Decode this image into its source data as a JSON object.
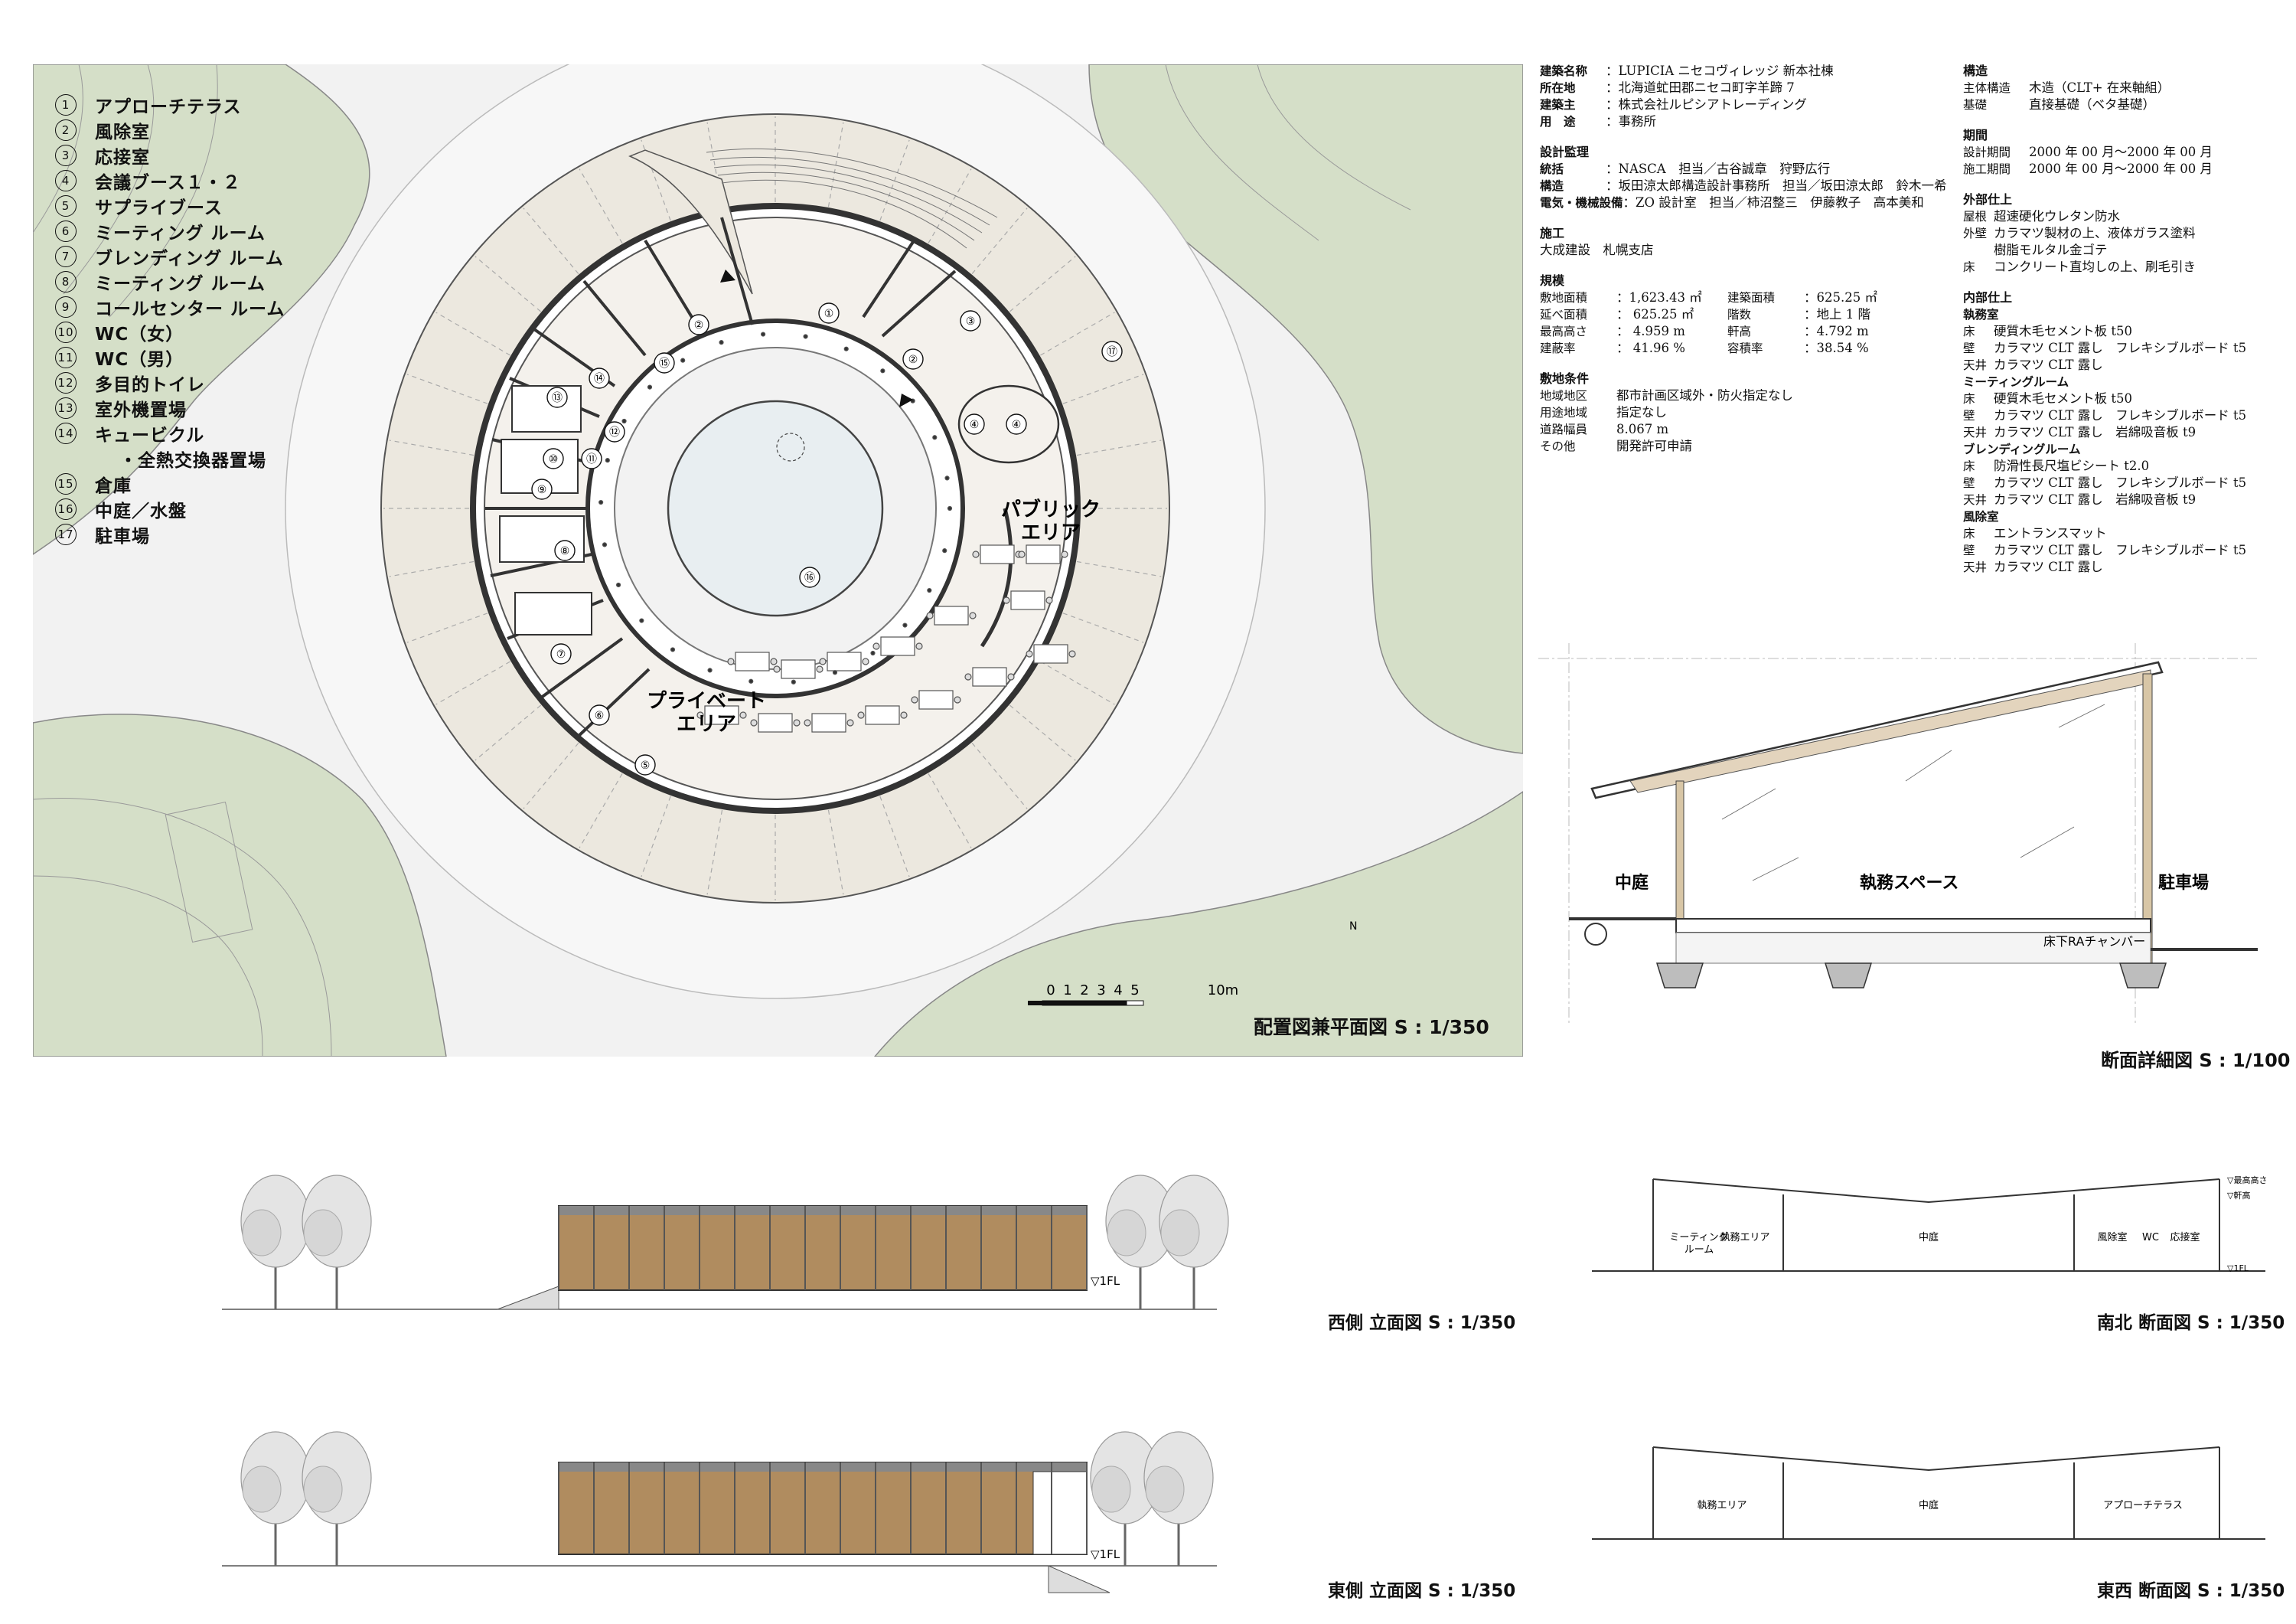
{
  "legend": [
    {
      "num": "①",
      "label": "アプローチテラス"
    },
    {
      "num": "②",
      "label": "風除室"
    },
    {
      "num": "③",
      "label": "応接室"
    },
    {
      "num": "④",
      "label": "会議ブース１・２"
    },
    {
      "num": "⑤",
      "label": "サプライブース"
    },
    {
      "num": "⑥",
      "label": "ミーティング ルーム"
    },
    {
      "num": "⑦",
      "label": "ブレンディング ルーム"
    },
    {
      "num": "⑧",
      "label": "ミーティング ルーム"
    },
    {
      "num": "⑨",
      "label": "コールセンター ルーム"
    },
    {
      "num": "⑩",
      "label": "WC（女）"
    },
    {
      "num": "⑪",
      "label": "WC（男）"
    },
    {
      "num": "⑫",
      "label": "多目的トイレ"
    },
    {
      "num": "⑬",
      "label": "室外機置場"
    },
    {
      "num": "⑭",
      "label": "キュービクル"
    },
    {
      "num": "",
      "label": "・全熱交換器置場"
    },
    {
      "num": "⑮",
      "label": "倉庫"
    },
    {
      "num": "⑯",
      "label": "中庭／水盤"
    },
    {
      "num": "⑰",
      "label": "駐車場"
    }
  ],
  "plan": {
    "public_area": "パブリック\nエリア",
    "private_area": "プライベート\nエリア",
    "north": "N",
    "scale_ticks": [
      "0",
      "1",
      "2",
      "3",
      "4",
      "5",
      "10m"
    ],
    "caption": "配置図兼平面図 S : 1/350",
    "room_marks": [
      "①",
      "②",
      "②",
      "③",
      "④",
      "④",
      "⑤",
      "⑥",
      "⑦",
      "⑧",
      "⑨",
      "⑩",
      "⑪",
      "⑫",
      "⑬",
      "⑭",
      "⑮",
      "⑯",
      "⑰"
    ]
  },
  "spec": {
    "building": [
      {
        "k": "建築名称",
        "v": "：LUPICIA ニセコヴィレッジ 新本社棟"
      },
      {
        "k": "所在地",
        "v": "：北海道虻田郡ニセコ町字羊蹄 7"
      },
      {
        "k": "建築主",
        "v": "：株式会社ルピシアトレーディング"
      },
      {
        "k": "用　途",
        "v": "：事務所"
      }
    ],
    "design_title": "設計監理",
    "design": [
      {
        "k": "統括",
        "v": "：NASCA　担当／古谷誠章　狩野広行"
      },
      {
        "k": "構造",
        "v": "：坂田涼太郎構造設計事務所　担当／坂田涼太郎　鈴木一希"
      },
      {
        "k": "電気・機械設備",
        "v": "：ZO 設計室　担当／柿沼整三　伊藤教子　高本美和"
      }
    ],
    "construction_title": "施工",
    "construction": "大成建設　札幌支店",
    "scale_title": "規模",
    "scale_rows": [
      [
        {
          "k": "敷地面積",
          "v": "：1,623.43 ㎡"
        },
        {
          "k": "建築面積",
          "v": "：625.25 ㎡"
        }
      ],
      [
        {
          "k": "延べ面積",
          "v": "：  625.25 ㎡"
        },
        {
          "k": "階数",
          "v": "：地上 1 階"
        }
      ],
      [
        {
          "k": "最高高さ",
          "v": "：  4.959 m"
        },
        {
          "k": "軒高",
          "v": "：4.792 m"
        }
      ],
      [
        {
          "k": "建蔽率",
          "v": "：   41.96 %"
        },
        {
          "k": "容積率",
          "v": "：38.54 %"
        }
      ]
    ],
    "site_title": "敷地条件",
    "site": [
      {
        "k": "地域地区",
        "v": "都市計画区域外・防火指定なし"
      },
      {
        "k": "用途地域",
        "v": "指定なし"
      },
      {
        "k": "道路幅員",
        "v": "8.067 m"
      },
      {
        "k": "その他",
        "v": "開発許可申請"
      }
    ],
    "structure_title": "構造",
    "structure": [
      {
        "k": "主体構造",
        "v": "木造（CLT+ 在来軸組）"
      },
      {
        "k": "基礎",
        "v": "直接基礎（ベタ基礎）"
      }
    ],
    "period_title": "期間",
    "period": [
      {
        "k": "設計期間",
        "v": "2000 年 00 月〜2000 年 00 月"
      },
      {
        "k": "施工期間",
        "v": "2000 年 00 月〜2000 年 00 月"
      }
    ],
    "exterior_title": "外部仕上",
    "exterior": [
      {
        "k": "屋根",
        "v": "超速硬化ウレタン防水"
      },
      {
        "k": "外壁",
        "v": "カラマツ製材の上、液体ガラス塗料"
      },
      {
        "k": "",
        "v": "樹脂モルタル金ゴテ"
      },
      {
        "k": "床",
        "v": "コンクリート直均しの上、刷毛引き"
      }
    ],
    "interior_title": "内部仕上",
    "interior": [
      {
        "sub": "執務室"
      },
      {
        "k": "床",
        "v": "硬質木毛セメント板 t50"
      },
      {
        "k": "壁",
        "v": "カラマツ CLT 露し　フレキシブルボード t5"
      },
      {
        "k": "天井",
        "v": "カラマツ CLT 露し"
      },
      {
        "sub": "ミーティングルーム"
      },
      {
        "k": "床",
        "v": "硬質木毛セメント板 t50"
      },
      {
        "k": "壁",
        "v": "カラマツ CLT 露し　フレキシブルボード t5"
      },
      {
        "k": "天井",
        "v": "カラマツ CLT 露し　岩綿吸音板 t9"
      },
      {
        "sub": "ブレンディングルーム"
      },
      {
        "k": "床",
        "v": "防滑性長尺塩ビシート t2.0"
      },
      {
        "k": "壁",
        "v": "カラマツ CLT 露し　フレキシブルボード t5"
      },
      {
        "k": "天井",
        "v": "カラマツ CLT 露し　岩綿吸音板 t9"
      },
      {
        "sub": "風除室"
      },
      {
        "k": "床",
        "v": "エントランスマット"
      },
      {
        "k": "壁",
        "v": "カラマツ CLT 露し　フレキシブルボード t5"
      },
      {
        "k": "天井",
        "v": "カラマツ CLT 露し"
      }
    ]
  },
  "detail_section": {
    "courtyard": "中庭",
    "office_space": "執務スペース",
    "parking": "駐車場",
    "underfloor": "床下RAチャンバー",
    "caption": "断面詳細図 S : 1/100"
  },
  "elevations": {
    "west_caption": "西側 立面図 S : 1/350",
    "east_caption": "東側 立面図 S : 1/350",
    "fl_label": "▽1FL"
  },
  "sections": {
    "ns_caption": "南北 断面図 S : 1/350",
    "ew_caption": "東西 断面図 S : 1/350",
    "ns_labels": [
      "ミーティング\nルーム",
      "執務エリア",
      "中庭",
      "風除室",
      "WC",
      "応接室"
    ],
    "ew_labels": [
      "執務エリア",
      "中庭",
      "アプローチテラス"
    ],
    "height_labels": [
      "▽最高高さ",
      "▽軒高",
      "▽1FL"
    ]
  },
  "colors": {
    "green": "#d5dfc8",
    "ring": "#ece8df",
    "water": "#e8eef1",
    "wood": "#b08c5f",
    "wall": "#555555"
  }
}
